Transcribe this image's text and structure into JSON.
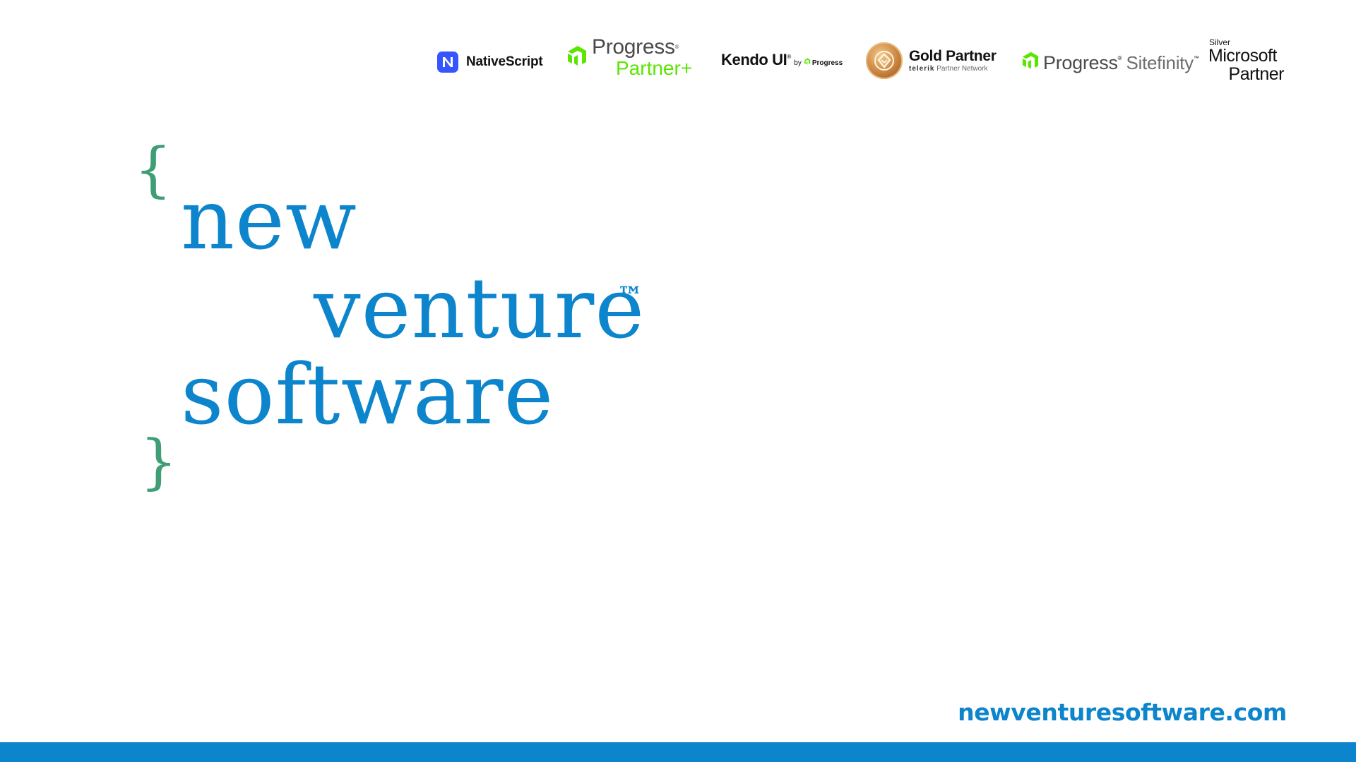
{
  "colors": {
    "brand_blue": "#0d85cc",
    "brace_green": "#3f9e76",
    "progress_green": "#5ce500",
    "nativescript_blue": "#3655ff"
  },
  "partner_logos": {
    "nativescript": {
      "icon": "nativescript-n-icon",
      "name": "NativeScript"
    },
    "progress_partner_plus": {
      "icon": "progress-mark-icon",
      "brand": "Progress",
      "trademark": "®",
      "tier": "Partner+"
    },
    "kendo_ui": {
      "name": "Kendo UI",
      "trademark": "®",
      "by": "by",
      "company": "Progress",
      "icon": "progress-mark-icon"
    },
    "gold_partner": {
      "icon": "gold-medal-icon",
      "title": "Gold Partner",
      "brand": "telerik",
      "network": "Partner Network"
    },
    "progress_sitefinity": {
      "icon": "progress-mark-icon",
      "brand": "Progress",
      "trademark": "®",
      "product": "Sitefinity",
      "product_tm": "™"
    },
    "microsoft": {
      "level": "Silver",
      "name": "Microsoft",
      "tier": "Partner"
    }
  },
  "wordmark": {
    "brace_open": "{",
    "line1": "new",
    "line2": "venture",
    "trademark": "™",
    "line3": "software",
    "brace_close": "}"
  },
  "footer": {
    "website": "newventuresoftware.com"
  }
}
